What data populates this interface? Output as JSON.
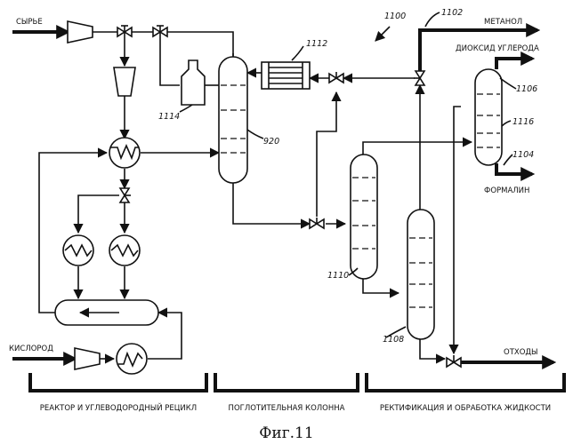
{
  "labels": {
    "feed": "СЫРЬЕ",
    "oxygen": "КИСЛОРОД",
    "methanol": "МЕТАНОЛ",
    "co2": "ДИОКСИД УГЛЕРОДА",
    "formalin": "ФОРМАЛИН",
    "waste": "ОТХОДЫ"
  },
  "refs": {
    "system": "1100",
    "methanol_line": "1102",
    "formalin_line": "1104",
    "co2_line": "1106",
    "rectifier": "1108",
    "column_1110": "1110",
    "exchanger": "1112",
    "vessel": "1114",
    "column_1116": "1116",
    "absorber": "920"
  },
  "sections": {
    "reactor": "РЕАКТОР И УГЛЕВОДОРОДНЫЙ РЕЦИКЛ",
    "absorber": "ПОГЛОТИТЕЛЬНАЯ КОЛОННА",
    "rectification": "РЕКТИФИКАЦИЯ И ОБРАБОТКА ЖИДКОСТИ"
  },
  "caption": "Фиг.11"
}
